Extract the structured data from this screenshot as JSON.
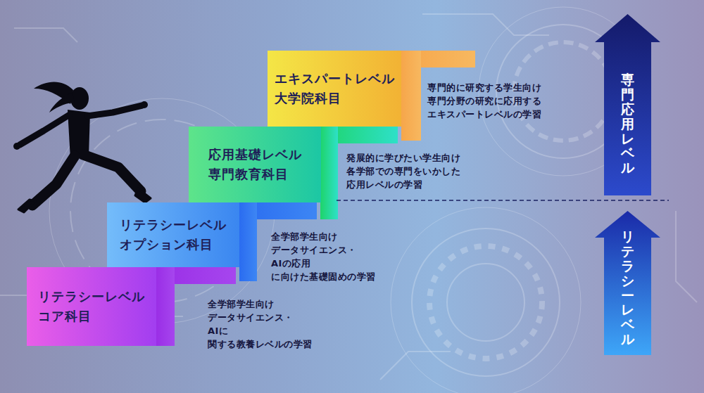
{
  "diagram": {
    "nodes": [
      {
        "text": [
          "エキスパートレベル 大学院科目",
          "専門的に研究する学生向け 専門分野の研究に応用する エキスパートレベルの学習"
        ]
      },
      {
        "text": [
          "応用基礎レベル 専門教育科目",
          "発展的に学びたい学生向け 各学部での専門をいかした 応用レベルの学習"
        ]
      },
      {
        "text": [
          "リテラシーレベル オプション科目",
          "全学部学生向け データサイエンス・AIの応用 に向けた基礎固めの学習"
        ]
      },
      {
        "text": [
          "リテラシーレベル コア科目",
          "全学部学生向け データサイエンス・AIに 関する教養レベルの学習"
        ]
      },
      {
        "text": [
          "専門応用レベル"
        ]
      },
      {
        "text": [
          "リテラシーレベル"
        ]
      }
    ]
  }
}
